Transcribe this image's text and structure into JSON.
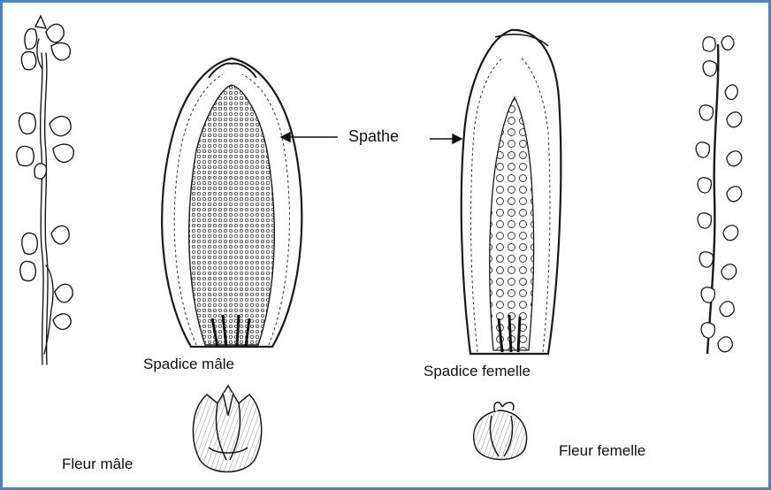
{
  "labels": {
    "spathe": "Spathe",
    "spadice_male": "Spadice mâle",
    "spadice_femelle": "Spadice femelle",
    "fleur_male": "Fleur mâle",
    "fleur_femelle": "Fleur femelle"
  },
  "colors": {
    "frame_border": "#4f81bd",
    "ink": "#1a1a1a"
  }
}
